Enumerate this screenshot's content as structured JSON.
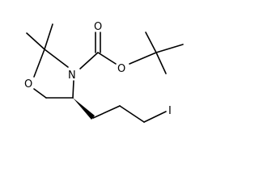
{
  "molecule": {
    "atoms": {
      "ring_oxygen": "O",
      "ring_nitrogen": "N",
      "carbonyl_oxygen": "O",
      "ester_oxygen": "O",
      "iodine": "I"
    }
  }
}
